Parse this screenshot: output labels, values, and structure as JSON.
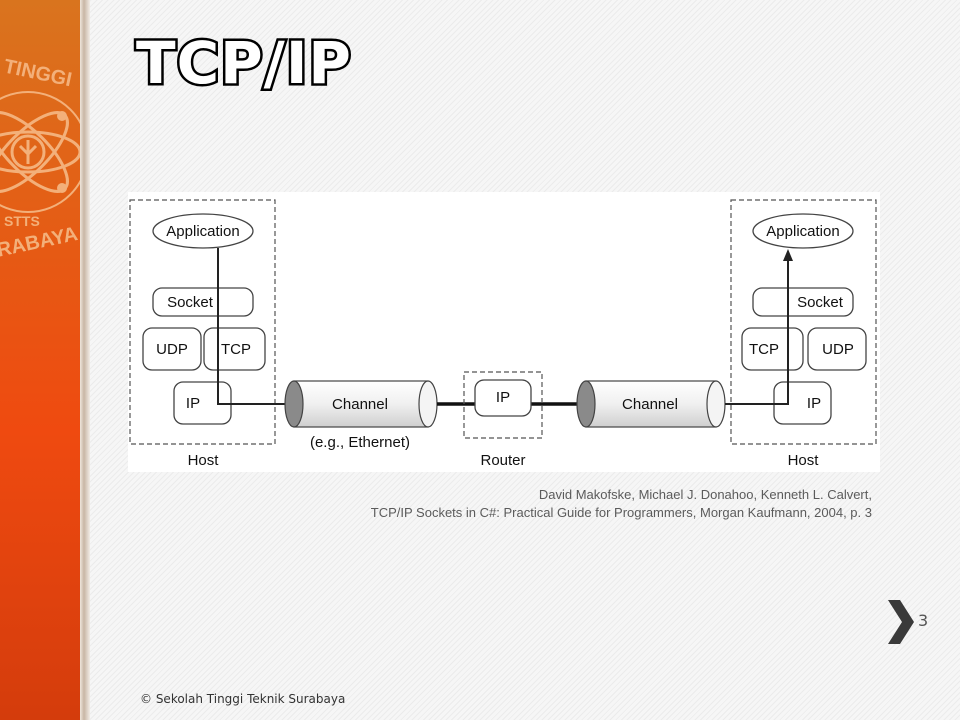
{
  "slide": {
    "title": "TCP/IP",
    "page_number": "3",
    "footer": "© Sekolah Tinggi Teknik Surabaya",
    "logo_text_top": "TINGGI",
    "logo_text_center": "STTS",
    "logo_text_bottom": "SURABAYA",
    "accent_color": "#e8561a"
  },
  "diagram": {
    "left_host": {
      "label": "Host",
      "application": "Application",
      "socket": "Socket",
      "udp": "UDP",
      "tcp": "TCP",
      "ip": "IP"
    },
    "right_host": {
      "label": "Host",
      "application": "Application",
      "socket": "Socket",
      "udp": "UDP",
      "tcp": "TCP",
      "ip": "IP"
    },
    "router": {
      "label": "Router",
      "ip": "IP"
    },
    "left_channel": {
      "label": "Channel",
      "sublabel": "(e.g., Ethernet)"
    },
    "right_channel": {
      "label": "Channel"
    }
  },
  "citation": {
    "line1": "David Makofske, Michael J. Donahoo, Kenneth L. Calvert,",
    "line2": "TCP/IP Sockets in C#: Practical Guide for Programmers, Morgan Kaufmann, 2004, p. 3"
  }
}
